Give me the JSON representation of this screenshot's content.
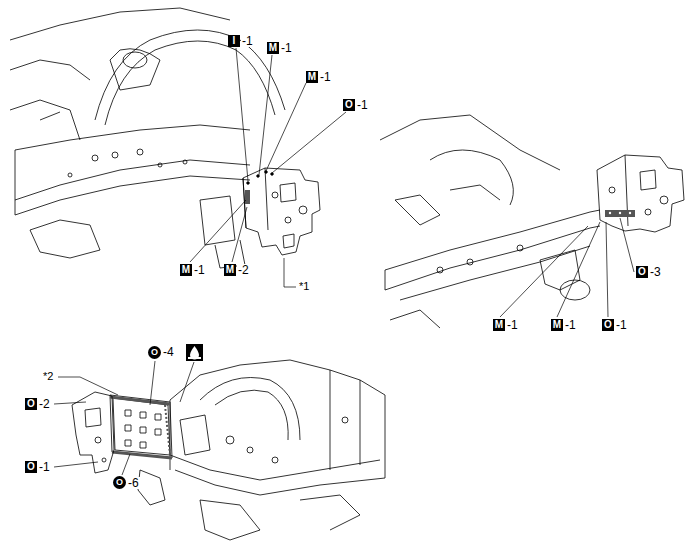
{
  "diagram": {
    "labels": [
      "I",
      "-1",
      "M",
      "-1",
      "M",
      "-1",
      "O",
      "-1",
      "M",
      "-1",
      "M",
      "-2",
      "*1",
      "M",
      "-1",
      "M",
      "-1",
      "O",
      "-1",
      "O",
      "-3",
      "*2",
      "O",
      "-4",
      "O",
      "-2",
      "O",
      "-1",
      "O",
      "-6"
    ]
  }
}
